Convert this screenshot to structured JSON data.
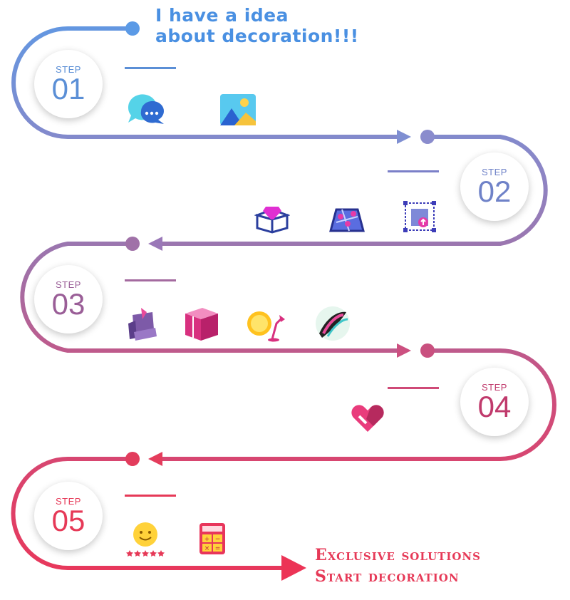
{
  "intro": {
    "line1": "I have a idea",
    "line2": "about decoration!!!"
  },
  "steps": [
    {
      "label": "STEP",
      "number": "01",
      "color": "#5b8fd6",
      "icons": [
        "chat-bubble-icon",
        "image-icon"
      ]
    },
    {
      "label": "STEP",
      "number": "02",
      "color": "#7b80c8",
      "icons": [
        "diamond-box-icon",
        "map-pins-icon",
        "image-upload-icon"
      ]
    },
    {
      "label": "STEP",
      "number": "03",
      "color": "#a46a9f",
      "icons": [
        "sofa-icon",
        "cabinet-icon",
        "sun-lamp-icon",
        "ribbon-tag-icon"
      ]
    },
    {
      "label": "STEP",
      "number": "04",
      "color": "#cf4a77",
      "icons": [
        "handshake-heart-icon"
      ]
    },
    {
      "label": "STEP",
      "number": "05",
      "color": "#e63957",
      "icons": [
        "smiley-rating-icon",
        "calculator-icon"
      ]
    }
  ],
  "outro": {
    "line1": "Exclusive solutions",
    "line2": "Start decoration"
  },
  "colors": {
    "blue": "#5b8fd6",
    "purple": "#9a78b8",
    "pink": "#e63957"
  }
}
